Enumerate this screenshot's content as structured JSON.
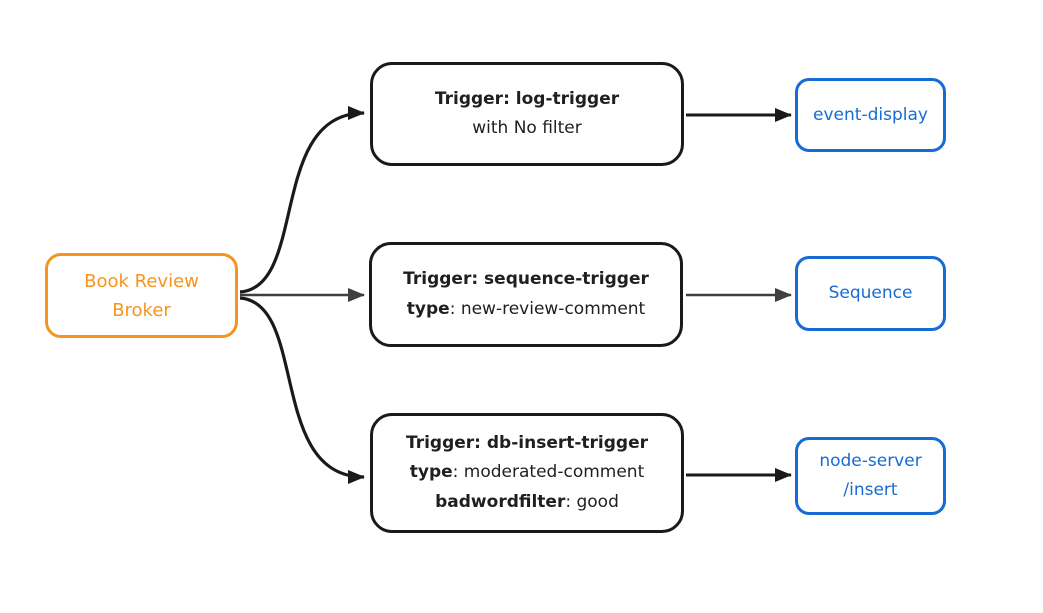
{
  "colors": {
    "orange": "#F7941E",
    "blue": "#176BD4",
    "arrow_black": "#1A1A1A",
    "arrow_gray": "#3F3F3F",
    "background": "#FFFFFF"
  },
  "broker": {
    "line1": "Book Review",
    "line2": "Broker"
  },
  "triggers": [
    {
      "title": "Trigger: log-trigger",
      "subtitle": "with No filter"
    },
    {
      "title": "Trigger: sequence-trigger",
      "attr_key": "type",
      "attr_value": ": new-review-comment"
    },
    {
      "title": "Trigger: db-insert-trigger",
      "attr_key": "type",
      "attr_value": ": moderated-comment",
      "attr2_key": "badwordfilter",
      "attr2_value": ": good"
    }
  ],
  "destinations": [
    {
      "label": "event-display"
    },
    {
      "label": "Sequence"
    },
    {
      "line1": "node-server",
      "line2": "/insert"
    }
  ]
}
